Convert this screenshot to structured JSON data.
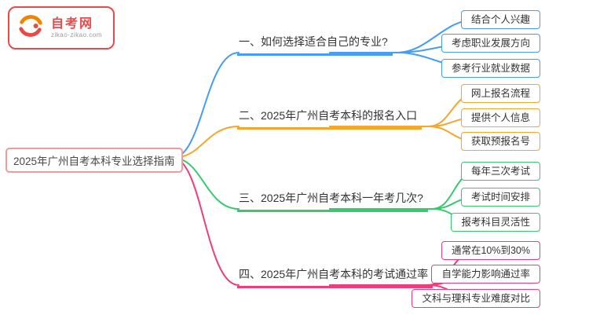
{
  "logo": {
    "title": "自考网",
    "subtitle": "zikao-zikao.com"
  },
  "root": {
    "title": "2025年广州自考本科专业选择指南"
  },
  "branches": [
    {
      "label": "一、如何选择适合自己的专业?",
      "color": "#459df5",
      "children": [
        "结合个人兴趣",
        "考虑职业发展方向",
        "参考行业就业数据"
      ]
    },
    {
      "label": "二、2025年广州自考本科的报名入口",
      "color": "#f5a62b",
      "children": [
        "网上报名流程",
        "提供个人信息",
        "获取预报名号"
      ]
    },
    {
      "label": "三、2025年广州自考本科一年考几次?",
      "color": "#36c96e",
      "children": [
        "每年三次考试",
        "考试时间安排",
        "报考科目灵活性"
      ]
    },
    {
      "label": "四、2025年广州自考本科的考试通过率",
      "color": "#ee3d79",
      "children": [
        "通常在10%到30%",
        "自学能力影响通过率",
        "文科与理科专业难度对比"
      ]
    }
  ],
  "colors": {
    "root-border": "#f09a9a",
    "logo-red": "#e84a4a",
    "logo-orange": "#f08300"
  }
}
